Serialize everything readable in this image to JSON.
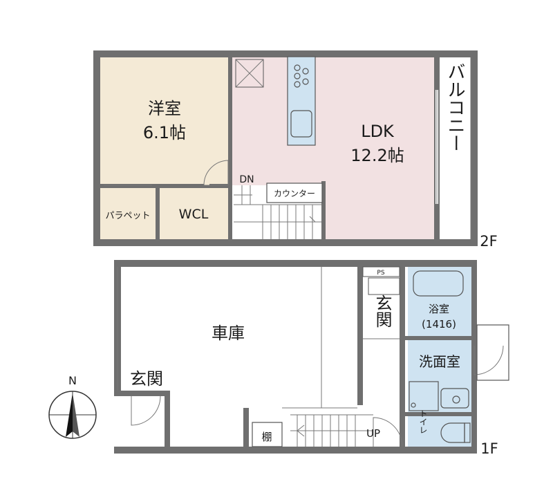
{
  "colors": {
    "wall": "#6f6f6f",
    "western_room": "#f4ead6",
    "ldk": "#f2e1e2",
    "wet_area": "#cfe3f1",
    "plain": "#ffffff"
  },
  "floor2": {
    "label": "2F",
    "western_room": {
      "name": "洋室",
      "size": "6.1帖"
    },
    "ldk": {
      "name": "LDK",
      "size": "12.2帖"
    },
    "balcony": "バルコニー",
    "parapet": "パラペット",
    "wcl": "WCL",
    "counter": "カウンター",
    "stair": "DN"
  },
  "floor1": {
    "label": "1F",
    "garage": "車庫",
    "entrance_main": "玄関",
    "entrance_side": "玄関",
    "ps": "PS",
    "bath": {
      "name": "浴室",
      "size": "(1416)"
    },
    "washroom": "洗面室",
    "toilet": "トイレ",
    "shelf": "棚",
    "stair": "UP"
  },
  "compass": {
    "label": "N"
  }
}
